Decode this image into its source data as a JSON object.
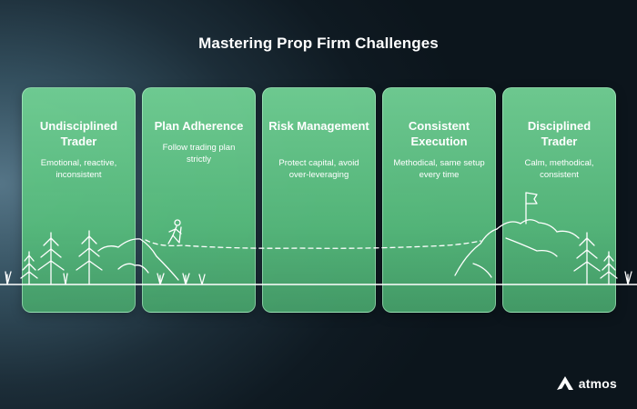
{
  "title": "Mastering Prop Firm Challenges",
  "stages": [
    {
      "title": "Undisciplined Trader",
      "description": "Emotional, reactive, inconsistent"
    },
    {
      "title": "Plan Adherence",
      "description": "Follow trading plan strictly"
    },
    {
      "title": "Risk Management",
      "description": "Protect capital, avoid over-leveraging"
    },
    {
      "title": "Consistent Execution",
      "description": "Methodical, same setup every time"
    },
    {
      "title": "Disciplined Trader",
      "description": "Calm, methodical, consistent"
    }
  ],
  "brand": {
    "name": "atmos",
    "logo_icon": "atmos-logo-icon"
  },
  "icons": [
    "pine-tree-icon",
    "hiker-icon",
    "summit-flag-icon",
    "grass-tuft-icon",
    "mountain-icon"
  ],
  "colors": {
    "card_green": "#62bf82",
    "line_white": "#ffffff",
    "background_dark": "#0f1a22"
  }
}
